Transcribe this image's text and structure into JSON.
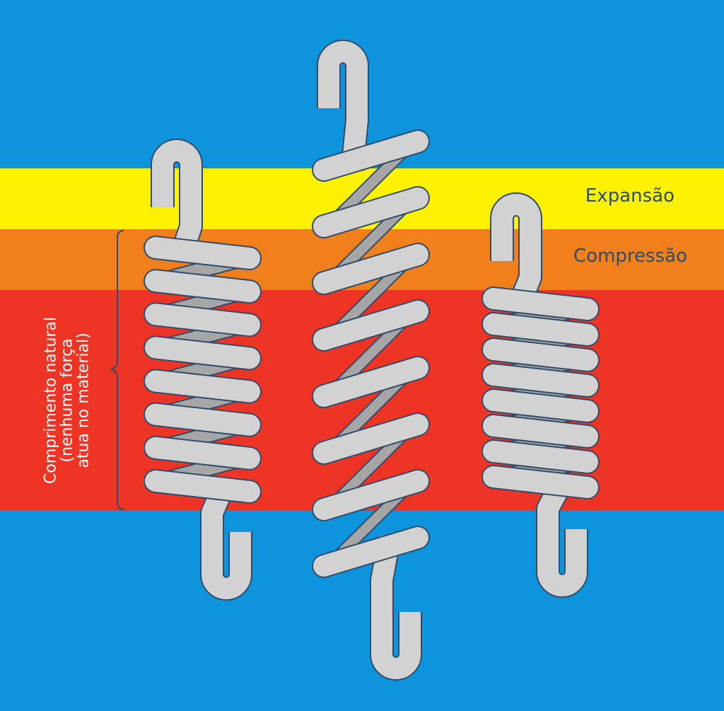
{
  "colors": {
    "background": "#0e94dc",
    "expansion_band": "#fff200",
    "compression_band": "#f07f1c",
    "natural_band": "#ee3424",
    "spring_fill": "#d2d2d2",
    "spring_shadow": "#a7a6a6",
    "spring_outline": "#2f4d6b"
  },
  "bands": {
    "expansion_label": "Expansão",
    "compression_label": "Compressão"
  },
  "natural_length": {
    "line1": "Comprimento natural",
    "line2": "(nenhuma força",
    "line3": "atua no material)"
  },
  "springs": [
    {
      "name": "natural",
      "coils": 8
    },
    {
      "name": "expanded",
      "coils": 8
    },
    {
      "name": "compressed",
      "coils": 8
    }
  ]
}
